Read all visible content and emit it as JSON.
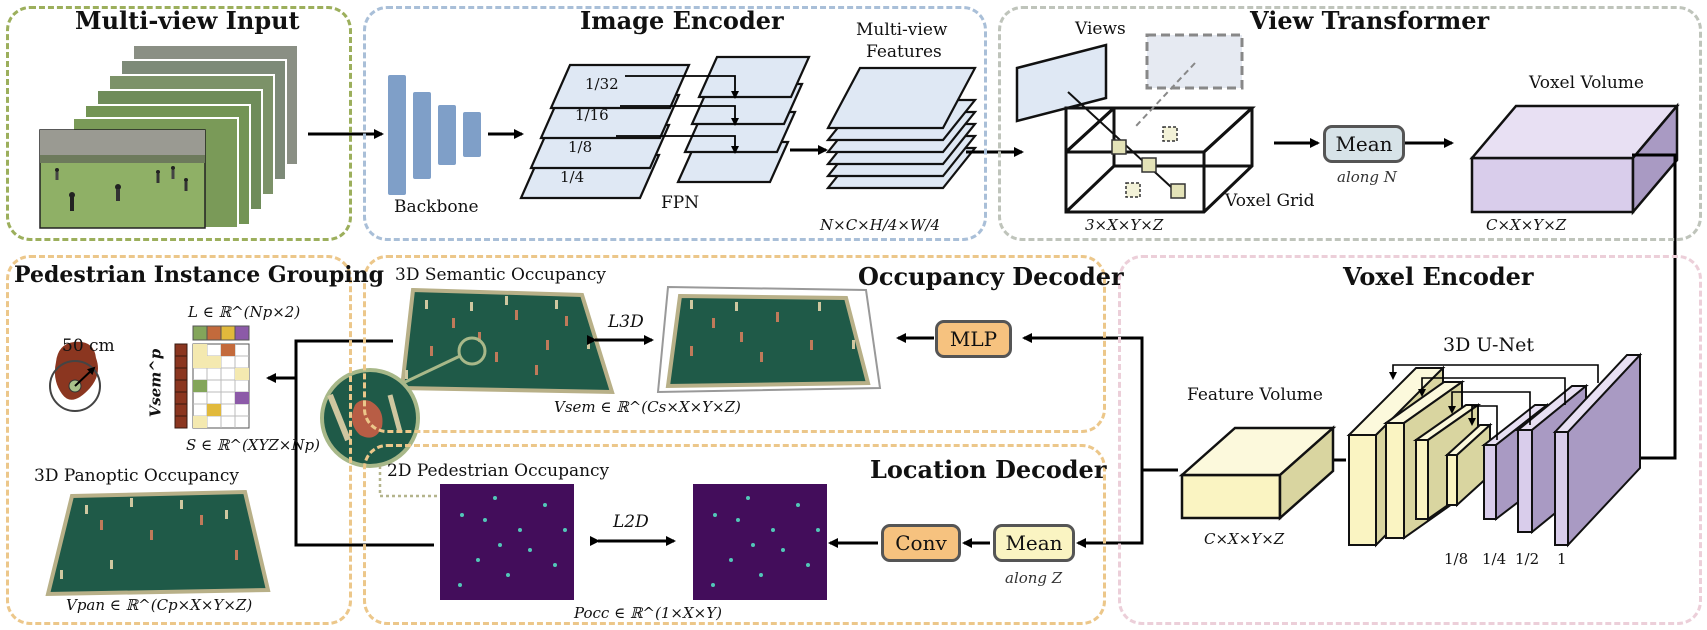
{
  "panels": {
    "multiview_input": "Multi-view Input",
    "image_encoder": "Image Encoder",
    "view_transformer": "View Transformer",
    "pedestrian_grouping": "Pedestrian Instance Grouping",
    "occupancy_decoder": "Occupancy Decoder",
    "voxel_encoder": "Voxel Encoder",
    "location_decoder": "Location Decoder"
  },
  "image_encoder": {
    "backbone": "Backbone",
    "fpn": "FPN",
    "fpn_levels": [
      "1/32",
      "1/16",
      "1/8",
      "1/4"
    ],
    "features_line1": "Multi-view",
    "features_line2": "Features",
    "features_dims": "N×C×H/4×W/4"
  },
  "view_transformer": {
    "views": "Views",
    "voxel_grid": "Voxel Grid",
    "grid_dims": "3×X×Y×Z",
    "mean": "Mean",
    "along": "along N",
    "voxel_volume": "Voxel Volume",
    "volume_dims": "C×X×Y×Z"
  },
  "voxel_encoder": {
    "unet": "3D U-Net",
    "feature_volume": "Feature Volume",
    "feature_dims": "C×X×Y×Z",
    "scales": [
      "1/8",
      "1/4",
      "1/2",
      "1"
    ]
  },
  "occupancy_decoder": {
    "semantic": "3D Semantic Occupancy",
    "mlp": "MLP",
    "loss": "L3D",
    "vsem": "Vsem ∈ ℝ^(Cs×X×Y×Z)"
  },
  "location_decoder": {
    "pedestrian2d": "2D Pedestrian Occupancy",
    "conv": "Conv",
    "mean": "Mean",
    "along": "along Z",
    "loss": "L2D",
    "pocc": "Pocc ∈ ℝ^(1×X×Y)"
  },
  "grouping": {
    "radius": "50 cm",
    "l_matrix": "L ∈ ℝ^(Np×2)",
    "s_matrix": "S ∈ ℝ^(XYZ×Np)",
    "vsem_p": "Vsem^p",
    "panoptic": "3D Panoptic Occupancy",
    "vpan": "Vpan ∈ ℝ^(Cp×X×Y×Z)"
  },
  "colors": {
    "green_panel": "#9caf5c",
    "blue_panel": "#a9bfd8",
    "gray_panel": "#bfc4bb",
    "orange_panel": "#ecc78a",
    "pink_panel": "#eccfd9",
    "plane_fill": "#dfe8f4",
    "backbone": "#7f9fc8",
    "lavender": "#d9cdeb",
    "cream": "#faf4c2",
    "orange_box": "#f6c27f",
    "mean_fill": "#d7e3e8",
    "occ_green": "#1f5a48",
    "occ_purple": "#430d5b"
  }
}
